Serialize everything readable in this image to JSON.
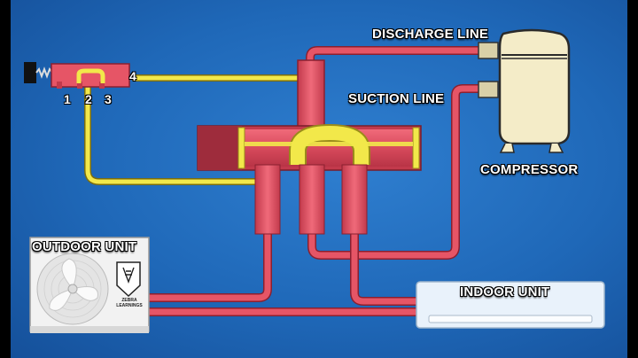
{
  "labels": {
    "discharge_line": "DISCHARGE LINE",
    "suction_line": "SUCTION LINE",
    "compressor": "COMPRESSOR",
    "outdoor_unit": "OUTDOOR UNIT",
    "indoor_unit": "INDOOR UNIT"
  },
  "ports": {
    "p1": "1",
    "p2": "2",
    "p3": "3",
    "p4": "4"
  },
  "logo": {
    "line1": "ZEBRA",
    "line2": "LEARNINGS"
  },
  "colors": {
    "background": "#1f68b8",
    "refrigerant_pipe": "#e65566",
    "pilot_tube": "#f2e84a",
    "compressor": "#f4ecc8"
  }
}
